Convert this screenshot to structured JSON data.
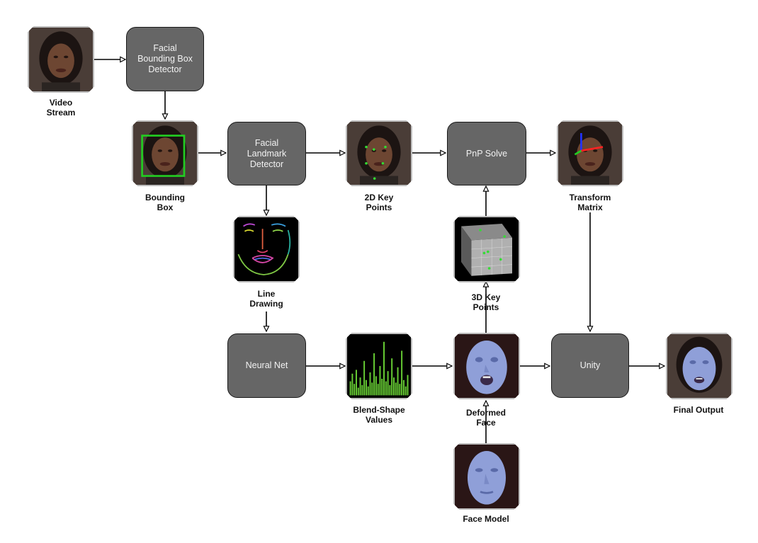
{
  "processes": {
    "facial_bbox_detector": "Facial\nBounding Box\nDetector",
    "facial_landmark_detector": "Facial\nLandmark\nDetector",
    "pnp_solve": "PnP Solve",
    "neural_net": "Neural Net",
    "unity": "Unity"
  },
  "labels": {
    "video_stream": "Video\nStream",
    "bounding_box": "Bounding\nBox",
    "key_points_2d": "2D Key\nPoints",
    "transform_matrix": "Transform\nMatrix",
    "line_drawing": "Line\nDrawing",
    "key_points_3d": "3D Key\nPoints",
    "blend_shape_values": "Blend-Shape\nValues",
    "deformed_face": "Deformed\nFace",
    "face_model": "Face Model",
    "final_output": "Final Output"
  },
  "colors": {
    "process_fill": "#666666",
    "process_text": "#f2f2f2",
    "edge": "#000000",
    "bbox_green": "#22cc22",
    "keypoint_green": "#33dd33",
    "bar_green": "#66cc33",
    "mask_blue": "#8f9fd8"
  }
}
